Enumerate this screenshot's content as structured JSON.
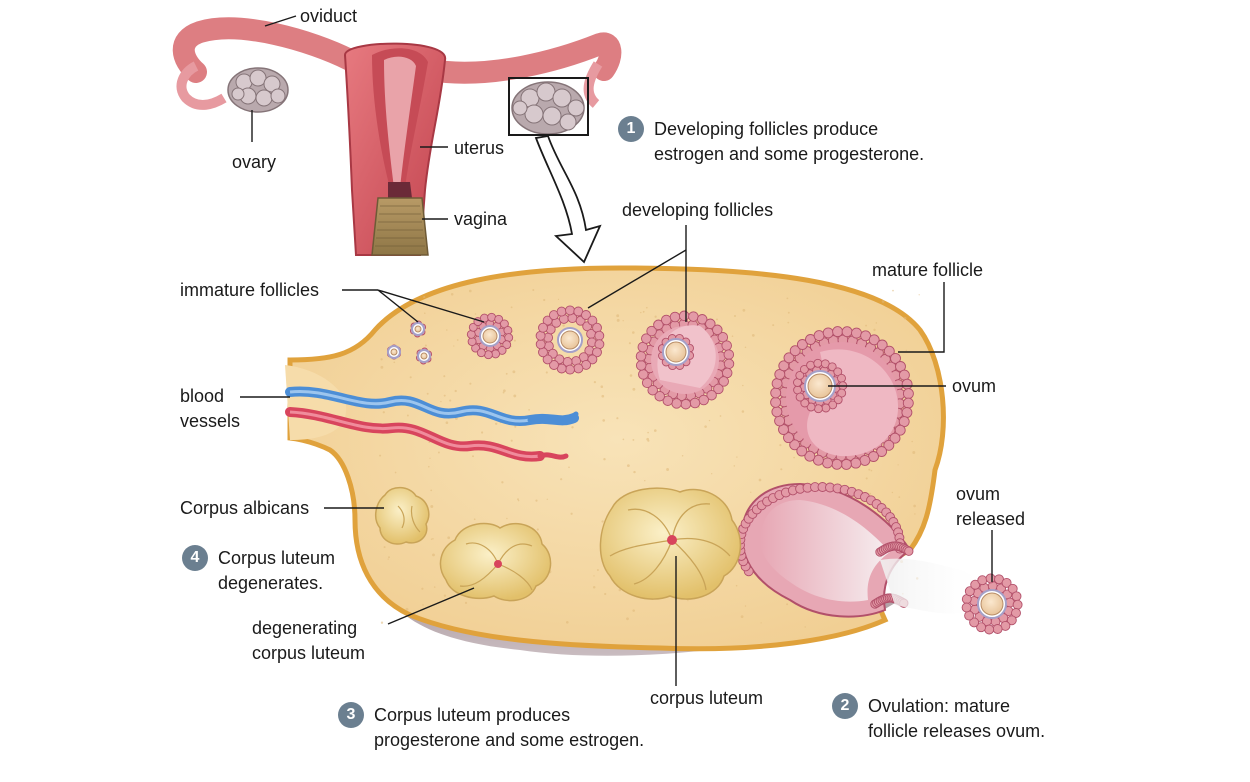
{
  "colors": {
    "ovary_fill": "#f6dcaa",
    "ovary_outline": "#e0a23c",
    "follicle_cells": "#e39aa6",
    "follicle_cell_edge": "#b2506a",
    "ovum": "#f3d3b0",
    "corpus_luteum": "#f2dc95",
    "artery": "#d8455d",
    "vein": "#4c8ed6",
    "uterus": "#d85c64",
    "badge": "#6b7f90"
  },
  "labels": {
    "oviduct": "oviduct",
    "ovary": "ovary",
    "uterus": "uterus",
    "vagina": "vagina",
    "developing_follicles": "developing follicles",
    "immature_follicles": "immature follicles",
    "mature_follicle": "mature follicle",
    "ovum": "ovum",
    "blood_vessels_1": "blood",
    "blood_vessels_2": "vessels",
    "corpus_albicans": "Corpus albicans",
    "ovum_released_1": "ovum",
    "ovum_released_2": "released",
    "degenerating_1": "degenerating",
    "degenerating_2": "corpus luteum",
    "corpus_luteum": "corpus luteum"
  },
  "steps": [
    {
      "number": "1",
      "line1": "Developing follicles produce",
      "line2": "estrogen and some progesterone."
    },
    {
      "number": "2",
      "line1": "Ovulation: mature",
      "line2": "follicle releases ovum."
    },
    {
      "number": "3",
      "line1": "Corpus luteum produces",
      "line2": "progesterone and some estrogen."
    },
    {
      "number": "4",
      "line1": "Corpus luteum",
      "line2": "degenerates."
    }
  ]
}
